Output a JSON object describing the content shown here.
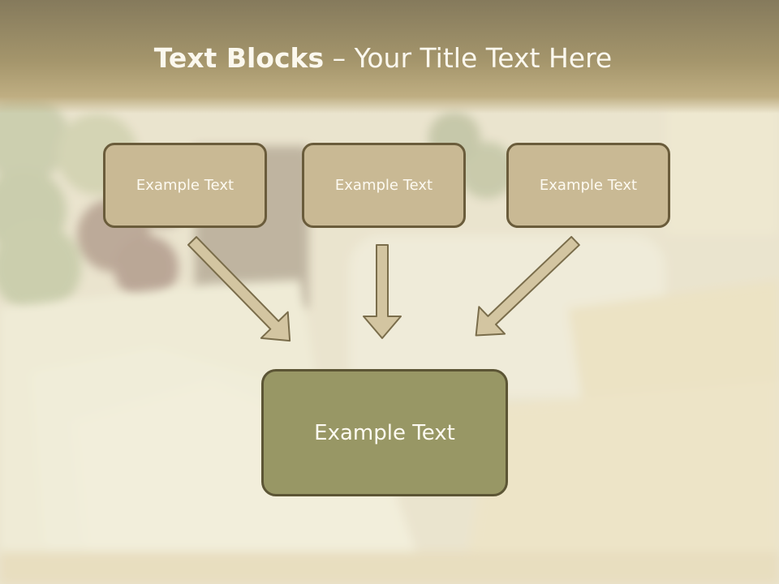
{
  "slide": {
    "title_bold": "Text Blocks",
    "title_rest": " – Your Title Text Here",
    "blocks": [
      {
        "label": "Example Text"
      },
      {
        "label": "Example Text"
      },
      {
        "label": "Example Text"
      }
    ],
    "center_block": {
      "label": "Example Text"
    }
  },
  "colors": {
    "title_band": "#a5966c",
    "small_block_fill": "#c9b994",
    "small_block_border": "#6a5c3b",
    "center_block_fill": "#989765",
    "center_block_border": "#5c5535",
    "arrow_fill": "#d3c5a1",
    "arrow_border": "#7a6d4b"
  },
  "background": {
    "subject": "cheese platter photo"
  }
}
